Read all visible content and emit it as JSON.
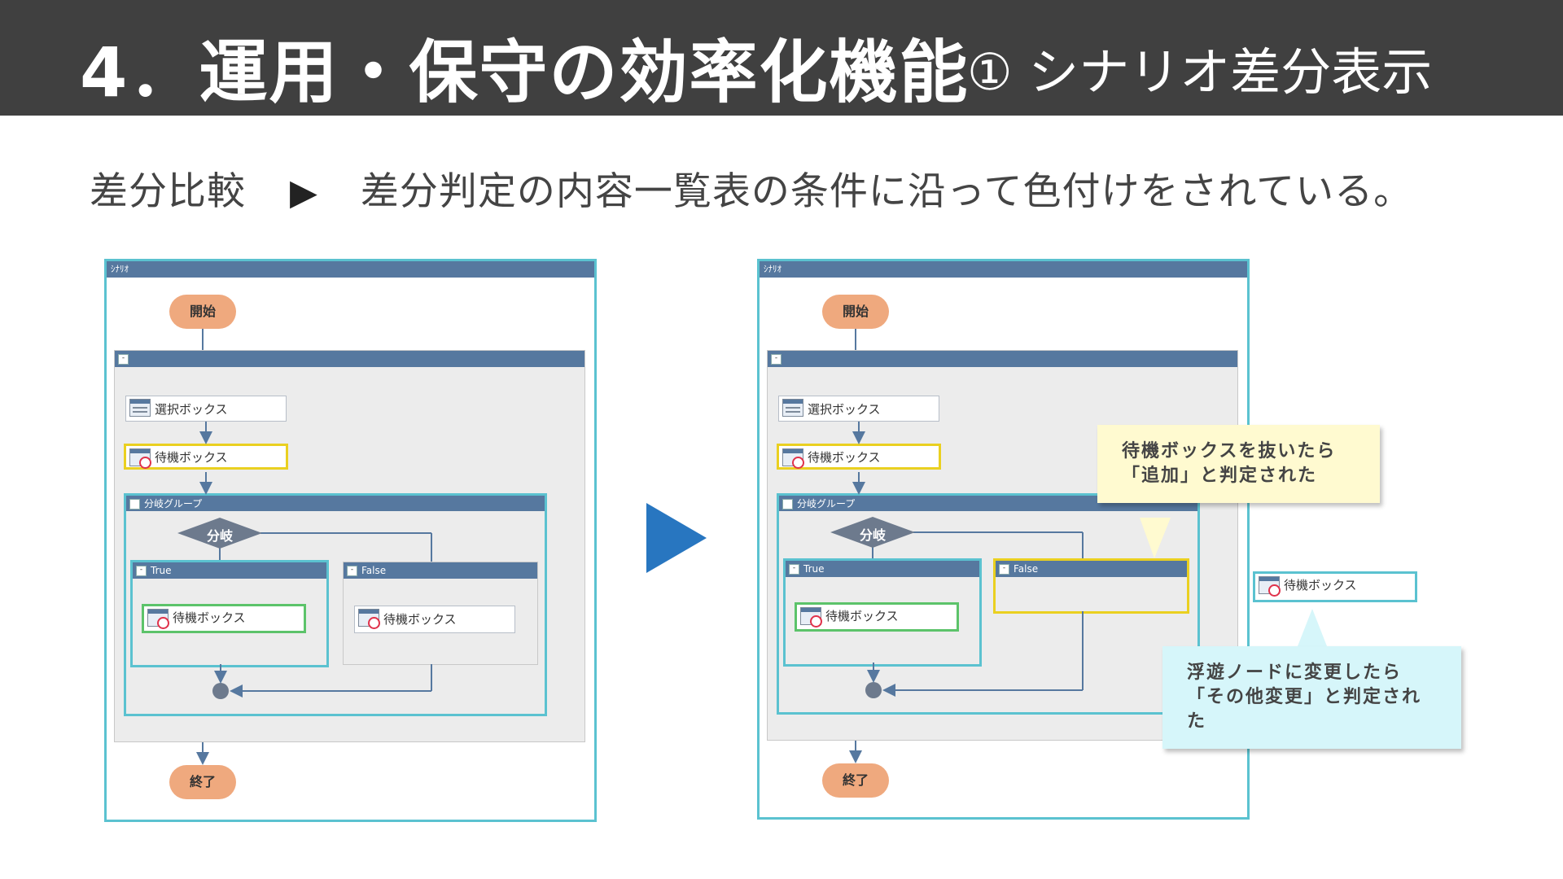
{
  "header": {
    "title": "4．運用・保守の効率化機能",
    "subtitle": "① シナリオ差分表示",
    "bg_color": "#404040"
  },
  "description": {
    "label": "差分比較",
    "arrow": "▶",
    "text": "差分判定の内容一覧表の条件に沿って色付けをされている。"
  },
  "left_diagram": {
    "scenario_label": "ｼﾅﾘｵ",
    "start": "開始",
    "end": "終了",
    "select_box": "選択ボックス",
    "wait_box": "待機ボックス",
    "branch_group": "分岐グループ",
    "branch": "分岐",
    "true_label": "True",
    "false_label": "False",
    "true_wait_box": "待機ボックス",
    "false_wait_box": "待機ボックス"
  },
  "right_diagram": {
    "scenario_label": "ｼﾅﾘｵ",
    "start": "開始",
    "end": "終了",
    "select_box": "選択ボックス",
    "wait_box": "待機ボックス",
    "branch_group": "分岐グループ",
    "branch": "分岐",
    "true_label": "True",
    "false_label": "False",
    "true_wait_box": "待機ボックス",
    "floating_wait_box": "待機ボックス"
  },
  "callouts": {
    "added": "待機ボックスを抜いたら「追加」と判定された",
    "other_change": "浮遊ノードに変更したら「その他変更」と判定された"
  },
  "colors": {
    "scenario_border": "#5bc2d0",
    "header_bar": "#56789f",
    "terminal": "#efa97e",
    "added_highlight": "#ead020",
    "changed_highlight": "#5cc36a",
    "other_highlight": "#5bc2d0",
    "big_arrow": "#2876c0",
    "callout_yellow": "#fffad0",
    "callout_cyan": "#d6f6fa"
  }
}
